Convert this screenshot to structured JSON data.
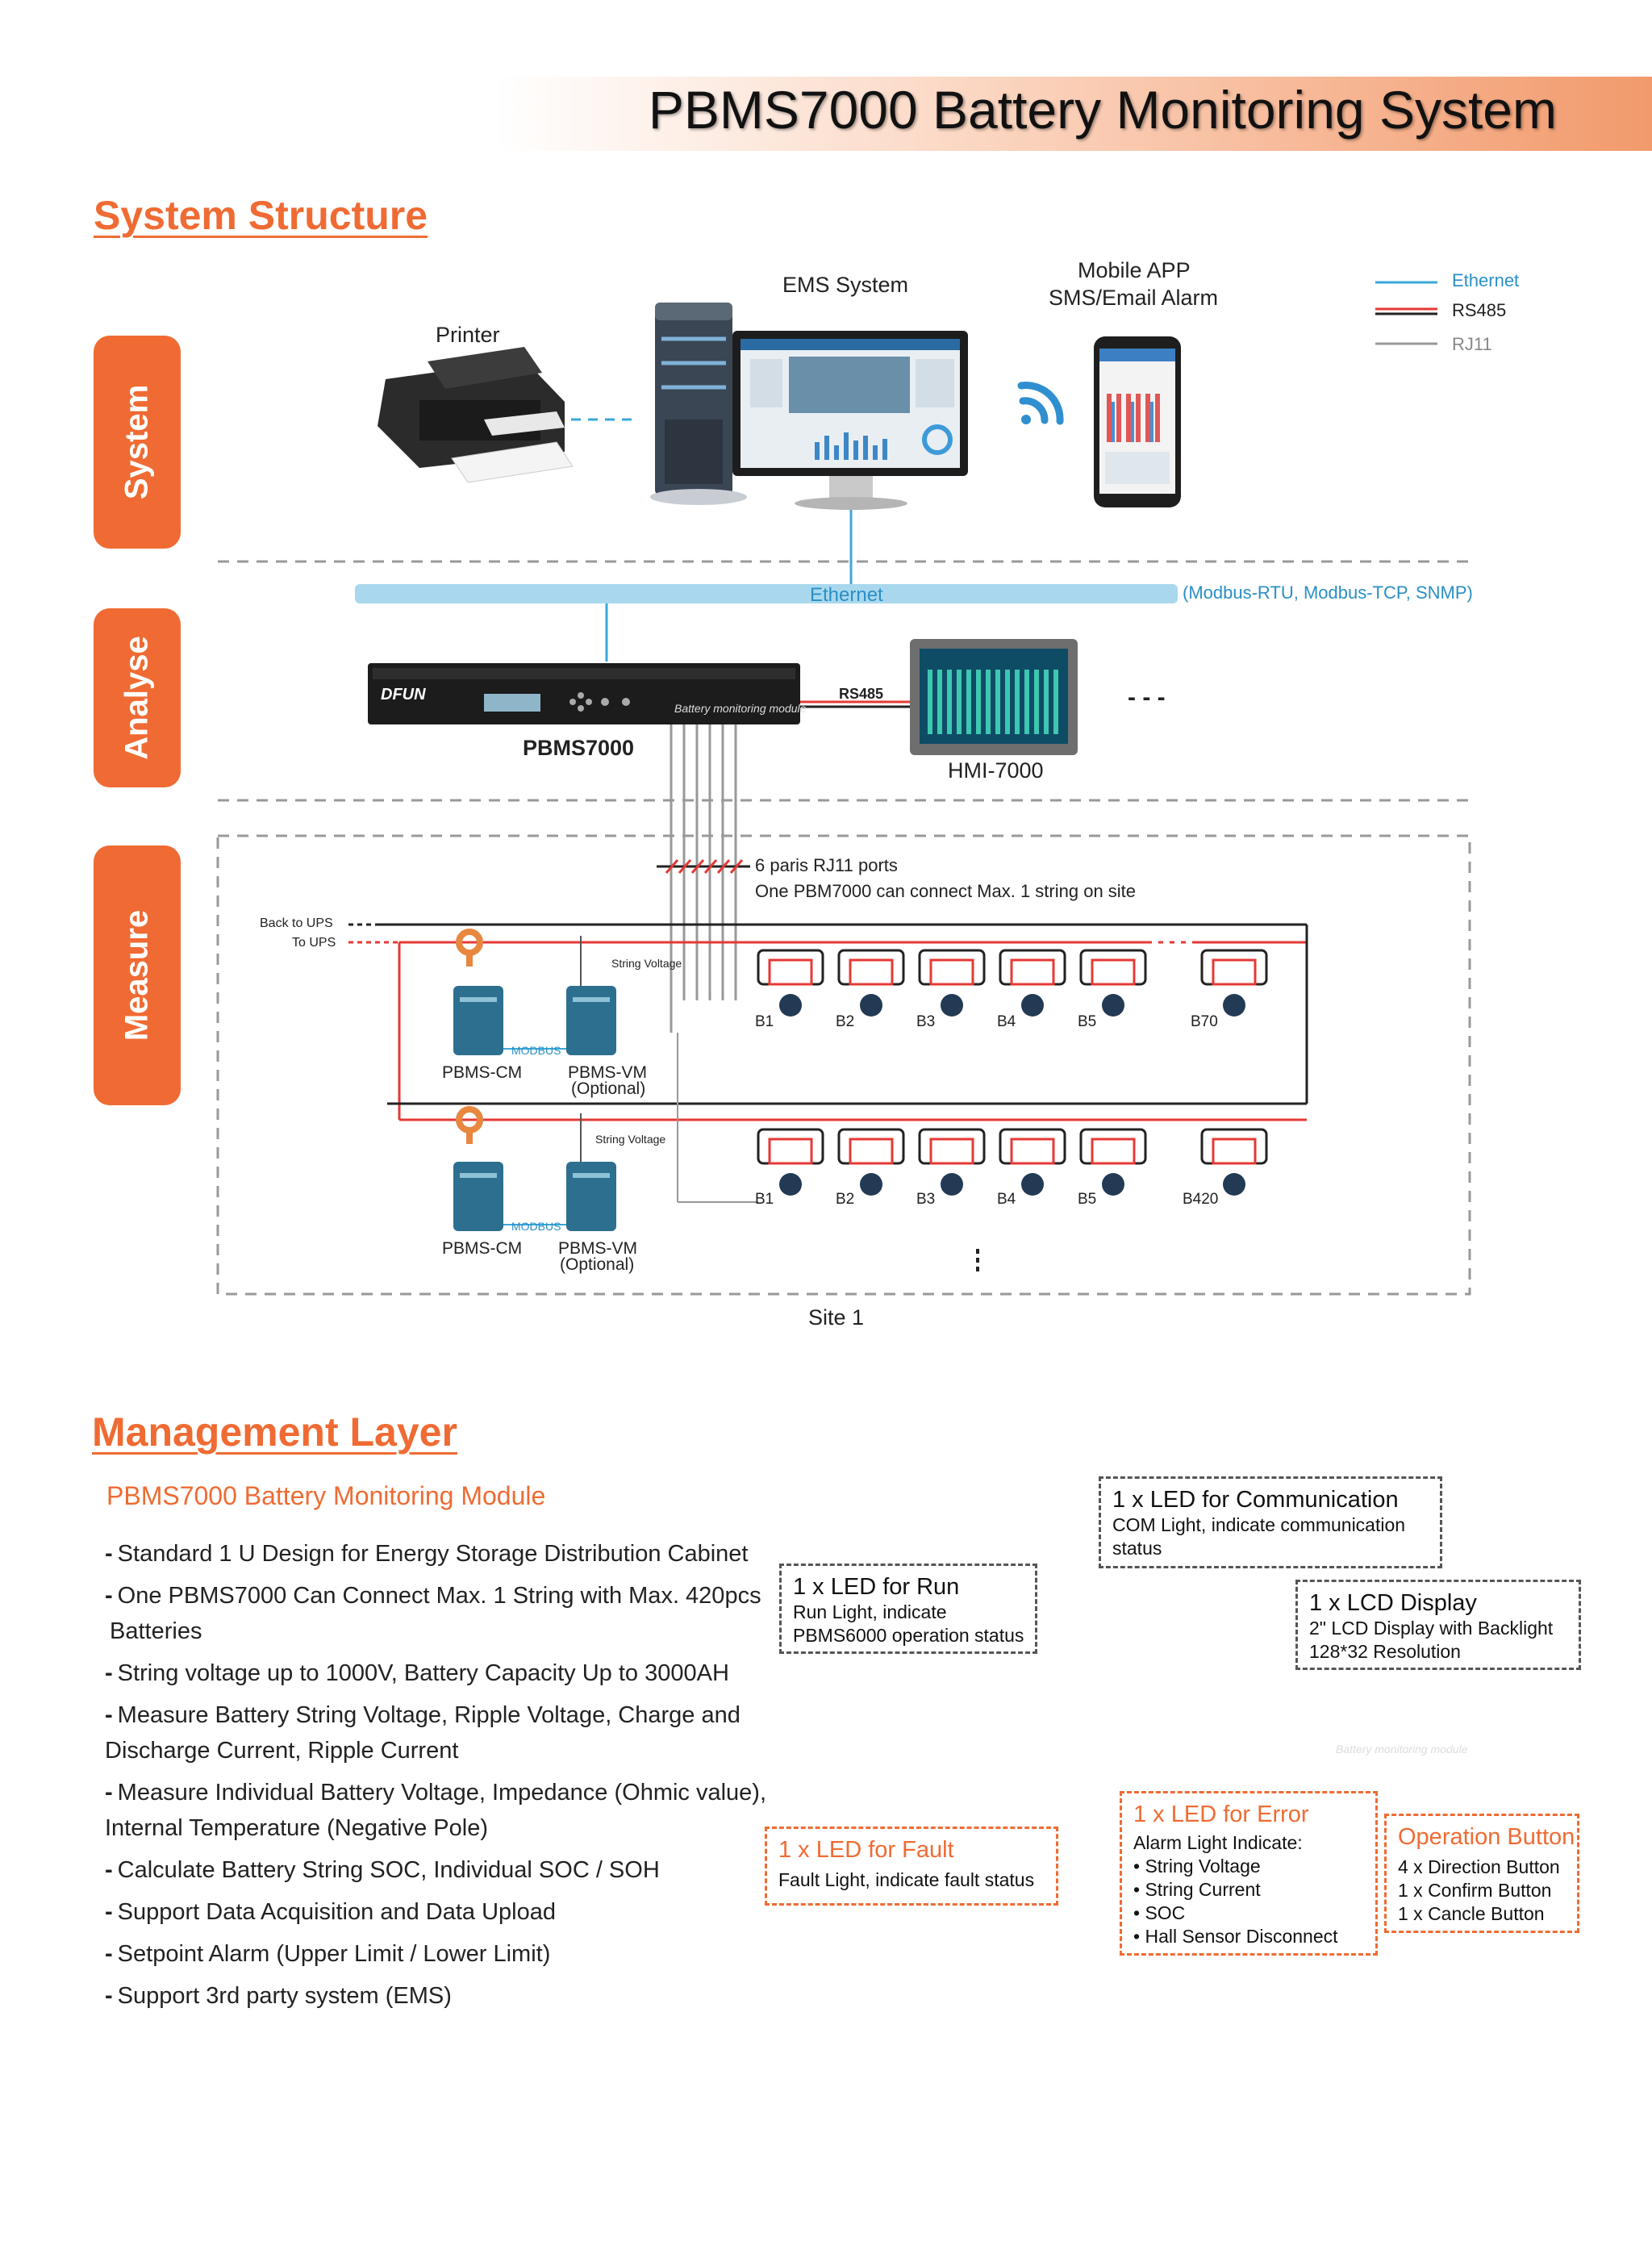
{
  "header": {
    "title": "PBMS7000 Battery Monitoring System"
  },
  "sections": {
    "system_structure": "System Structure",
    "management_layer": "Management Layer"
  },
  "layers": [
    "System",
    "Analyse",
    "Measure"
  ],
  "legend": {
    "ethernet": "Ethernet",
    "rs485": "RS485",
    "rj11": "RJ11"
  },
  "legend_colors": {
    "ethernet": "#39a8d8",
    "rs485": "#e53935",
    "rj11": "#999999"
  },
  "system_tier": {
    "printer": "Printer",
    "ems": "EMS System",
    "mobile_line1": "Mobile APP",
    "mobile_line2": "SMS/Email Alarm"
  },
  "ethernet_bar": {
    "label": "Ethernet",
    "protocols": "(Modbus-RTU, Modbus-TCP, SNMP)"
  },
  "analyse_tier": {
    "pbms": "PBMS7000",
    "hmi": "HMI-7000",
    "rs485": "RS485",
    "ellipsis": "- - -",
    "device_brand": "DFUN",
    "device_label": "Battery monitoring module"
  },
  "measure_tier": {
    "rj11_line1": "6 paris RJ11 ports",
    "rj11_line2": "One PBM7000 can connect Max. 1 string on site",
    "back_to_ups": "Back to UPS",
    "to_ups": "To UPS",
    "string_voltage": "String Voltage",
    "modbus": "MODBUS",
    "cm": "PBMS-CM",
    "vm": "PBMS-VM",
    "optional": "(Optional)",
    "row1_batteries": [
      "B1",
      "B2",
      "B3",
      "B4",
      "B5",
      "B70"
    ],
    "row2_batteries": [
      "B1",
      "B2",
      "B3",
      "B4",
      "B5",
      "B420"
    ],
    "site": "Site 1"
  },
  "module": {
    "title": "PBMS7000 Battery Monitoring Module",
    "features": [
      "Standard 1 U Design for Energy Storage Distribution Cabinet",
      "One PBMS7000 Can Connect Max. 1 String with Max. 420pcs",
      "Batteries",
      "String voltage up to 1000V, Battery Capacity Up to 3000AH",
      "Measure Battery String Voltage, Ripple Voltage, Charge and",
      "Discharge Current, Ripple Current",
      "Measure Individual Battery Voltage, Impedance (Ohmic value),",
      "Internal Temperature (Negative Pole)",
      "Calculate Battery String SOC, Individual SOC / SOH",
      "Support Data Acquisition and Data Upload",
      "Setpoint Alarm (Upper Limit / Lower Limit)",
      "Support 3rd party system (EMS)"
    ]
  },
  "callouts": {
    "comm": {
      "title": "1 x LED for Communication",
      "line1": "COM Light, indicate communication",
      "line2": "status"
    },
    "run": {
      "title": "1 x LED for Run",
      "line1": "Run Light, indicate",
      "line2": "PBMS6000 operation status"
    },
    "lcd": {
      "title": "1 x LCD Display",
      "line1": "2\" LCD Display with Backlight",
      "line2": "128*32 Resolution"
    },
    "fault": {
      "title": "1 x LED for Fault",
      "line1": "Fault Light, indicate fault status"
    },
    "error": {
      "title": "1 x LED for Error",
      "line1": "Alarm Light Indicate:",
      "items": [
        "String Voltage",
        "String Current",
        "SOC",
        "Hall Sensor Disconnect"
      ]
    },
    "op": {
      "title": "Operation Button",
      "items": [
        "4 x Direction Button",
        "1 x Confirm Button",
        "1 x Cancle Button"
      ]
    }
  }
}
